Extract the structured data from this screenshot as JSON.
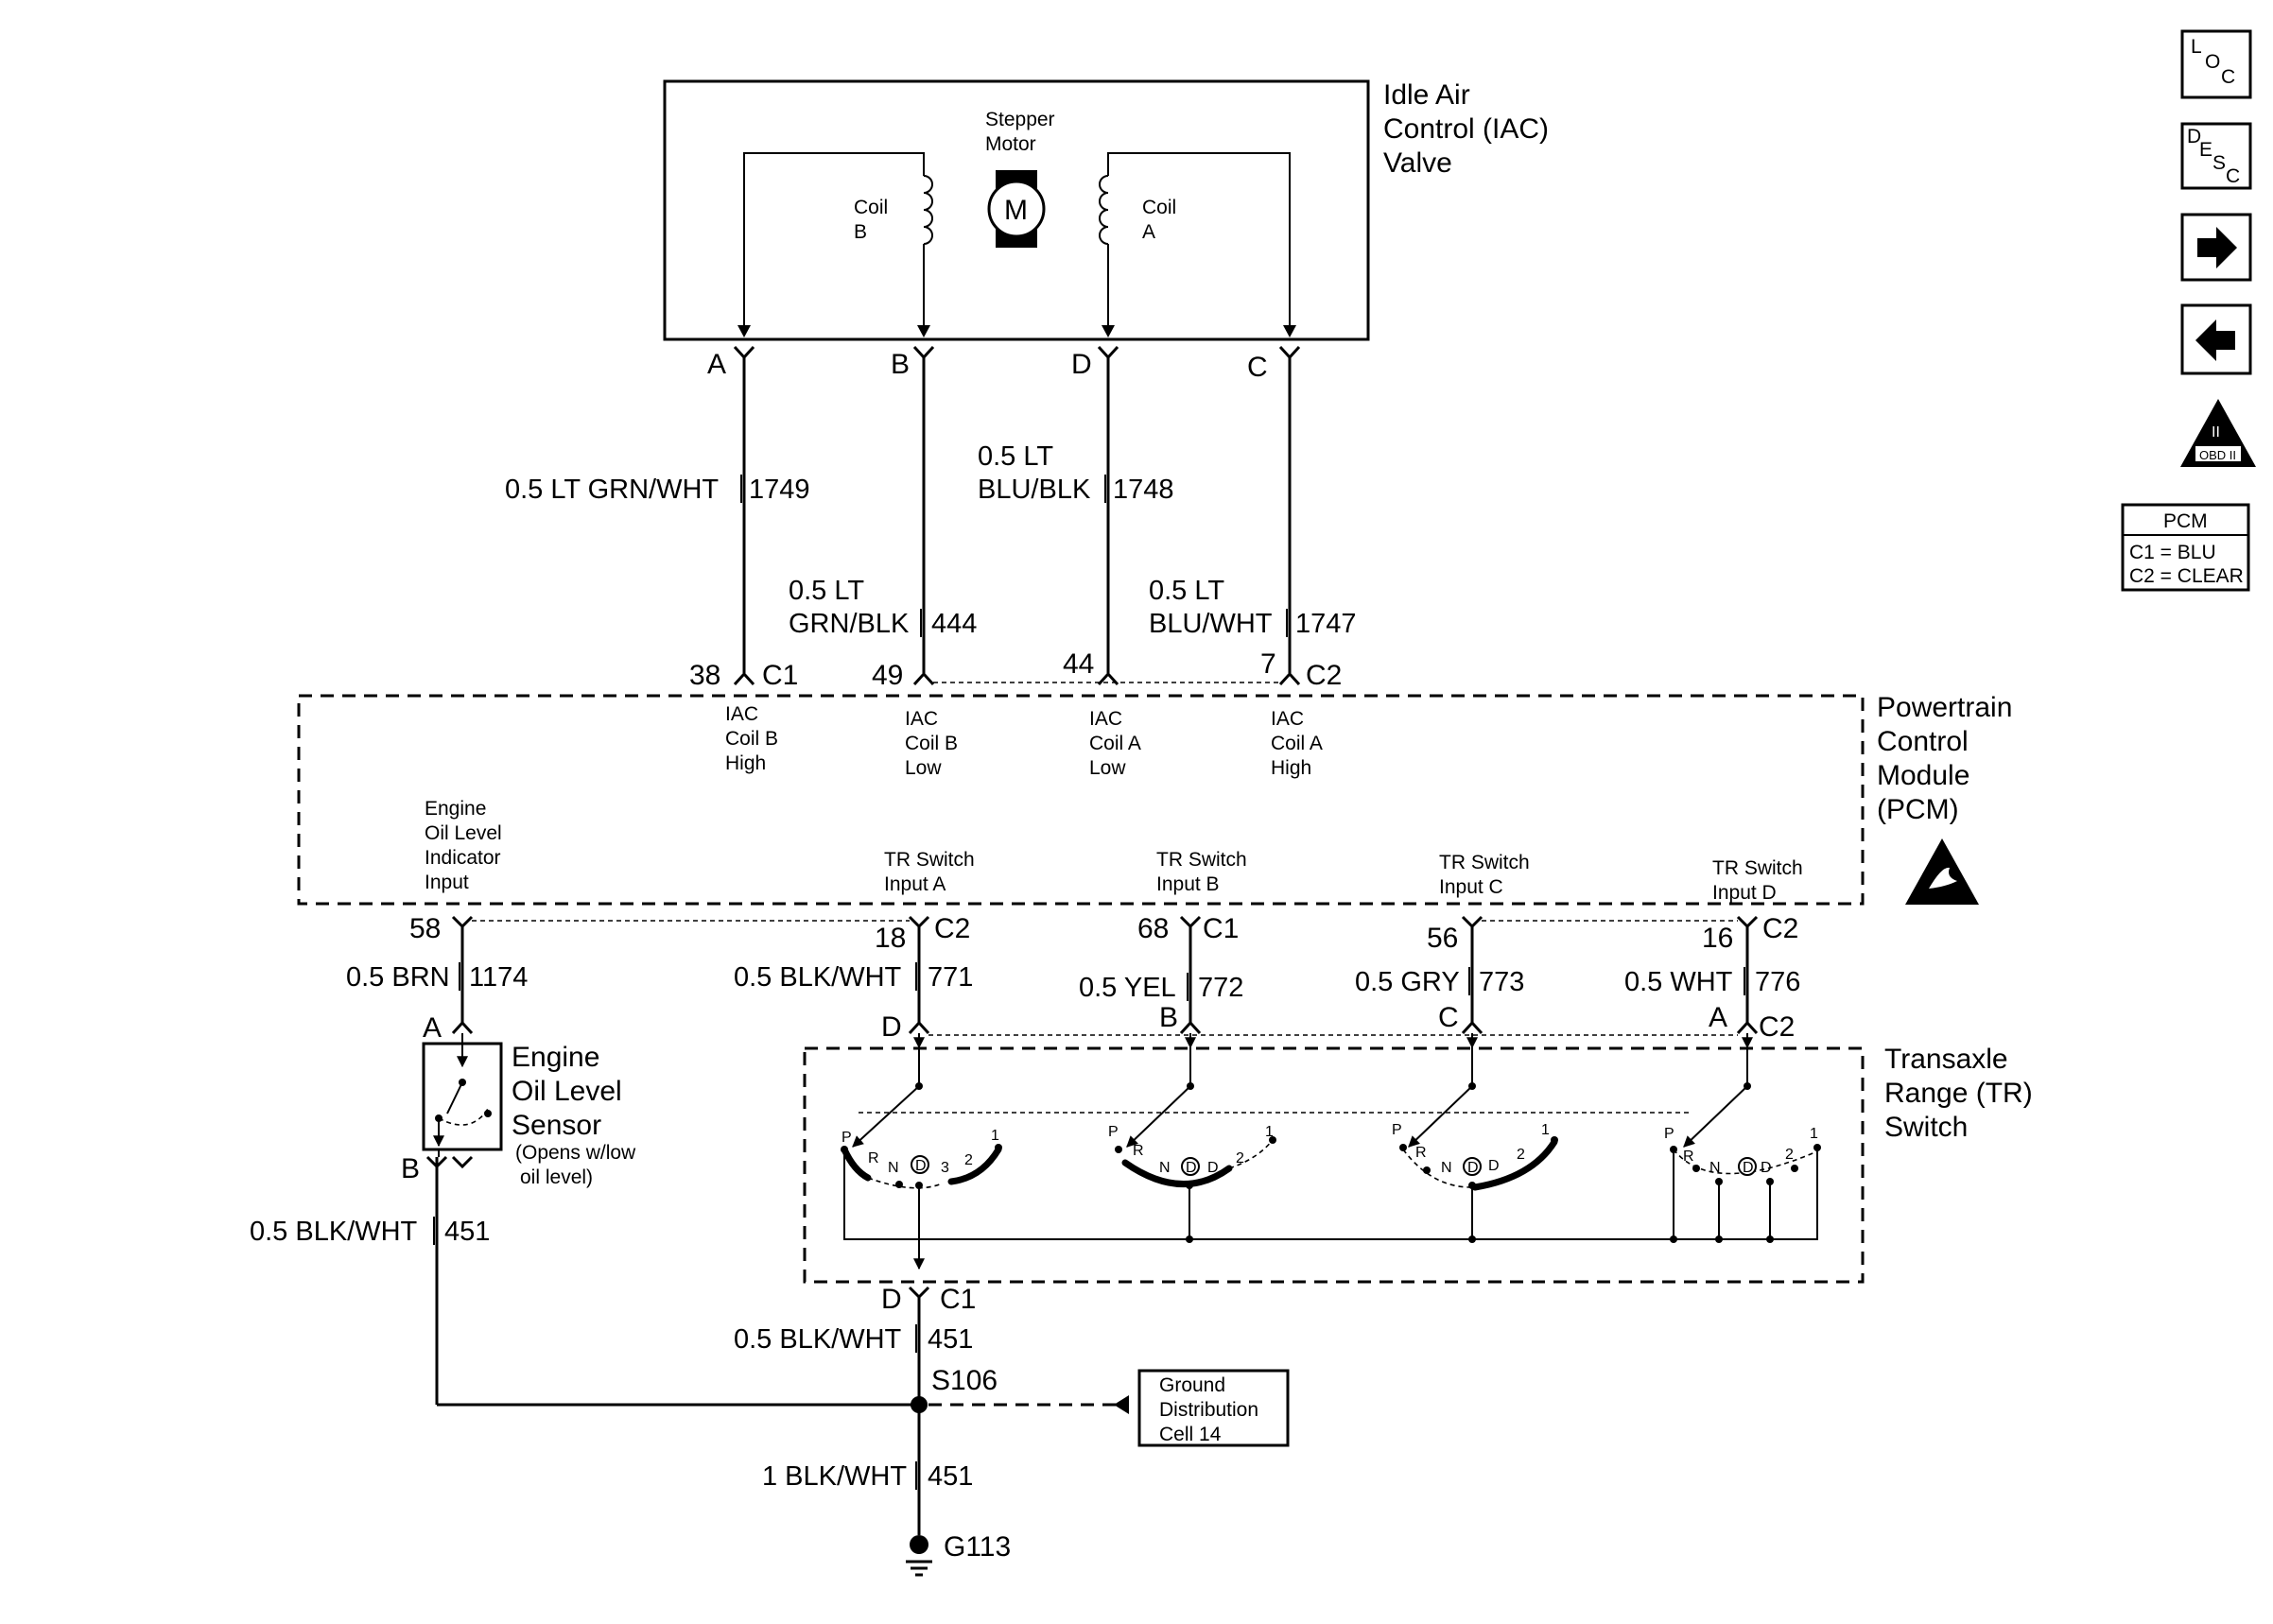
{
  "iac": {
    "title": [
      "Idle Air",
      "Control (IAC)",
      "Valve"
    ],
    "stepper": [
      "Stepper",
      "Motor"
    ],
    "motor_symbol": "M",
    "coil_b": [
      "Coil",
      "B"
    ],
    "coil_a": [
      "Coil",
      "A"
    ],
    "pins": [
      "A",
      "B",
      "D",
      "C"
    ]
  },
  "wires_top": {
    "w1749": [
      "0.5 LT GRN/WHT",
      "1749"
    ],
    "w444": [
      "0.5 LT",
      "GRN/BLK",
      "444"
    ],
    "w1748": [
      "0.5 LT",
      "BLU/BLK",
      "1748"
    ],
    "w1747": [
      "0.5 LT",
      "BLU/WHT",
      "1747"
    ]
  },
  "pcm_top_pins": {
    "p38": "38",
    "c1": "C1",
    "p49": "49",
    "p44": "44",
    "p7": "7",
    "c2": "C2"
  },
  "pcm": {
    "title": [
      "Powertrain",
      "Control",
      "Module",
      "(PCM)"
    ],
    "iac_labels": [
      [
        "IAC",
        "Coil B",
        "High"
      ],
      [
        "IAC",
        "Coil B",
        "Low"
      ],
      [
        "IAC",
        "Coil A",
        "Low"
      ],
      [
        "IAC",
        "Coil A",
        "High"
      ]
    ],
    "oil_input": [
      "Engine",
      "Oil Level",
      "Indicator",
      "Input"
    ],
    "tr_inputs": [
      [
        "TR Switch",
        "Input A"
      ],
      [
        "TR Switch",
        "Input B"
      ],
      [
        "TR Switch",
        "Input C"
      ],
      [
        "TR Switch",
        "Input D"
      ]
    ]
  },
  "pcm_bottom_pins": {
    "p58": "58",
    "p18": "18",
    "c2a": "C2",
    "p68": "68",
    "c1": "C1",
    "p56": "56",
    "p16": "16",
    "c2b": "C2"
  },
  "wires_bottom": {
    "w1174": [
      "0.5 BRN",
      "1174"
    ],
    "w771": [
      "0.5 BLK/WHT",
      "771"
    ],
    "w772": [
      "0.5 YEL",
      "772"
    ],
    "w773": [
      "0.5 GRY",
      "773"
    ],
    "w776": [
      "0.5 WHT",
      "776"
    ]
  },
  "oil_sensor": {
    "pin_a": "A",
    "pin_b": "B",
    "title": [
      "Engine",
      "Oil Level",
      "Sensor"
    ],
    "note": [
      "(Opens w/low",
      "oil level)"
    ]
  },
  "tr_switch": {
    "pins": [
      "D",
      "B",
      "C",
      "A",
      "C2"
    ],
    "title": [
      "Transaxle",
      "Range (TR)",
      "Switch"
    ],
    "sw1": [
      "P",
      "R",
      "N",
      "D",
      "3",
      "2",
      "1"
    ],
    "sw2": [
      "P",
      "R",
      "N",
      "D",
      "D",
      "2",
      "1"
    ],
    "sw3": [
      "P",
      "R",
      "N",
      "D",
      "D",
      "2",
      "1"
    ],
    "sw4": [
      "P",
      "R",
      "N",
      "D",
      "D",
      "2",
      "1"
    ],
    "bottom_pin": "D",
    "bottom_conn": "C1"
  },
  "ground": {
    "w451a": [
      "0.5 BLK/WHT",
      "451"
    ],
    "w451b": [
      "0.5 BLK/WHT",
      "451"
    ],
    "splice": "S106",
    "w451c": [
      "1 BLK/WHT",
      "451"
    ],
    "ground_id": "G113",
    "dist_box": [
      "Ground",
      "Distribution",
      "Cell 14"
    ]
  },
  "nav": {
    "loc": [
      "L",
      "O",
      "C"
    ],
    "desc": [
      "D",
      "E",
      "S",
      "C"
    ],
    "obd": [
      "II",
      "OBD II"
    ],
    "pcm_box": [
      "PCM",
      "C1 = BLU",
      "C2 = CLEAR"
    ]
  }
}
